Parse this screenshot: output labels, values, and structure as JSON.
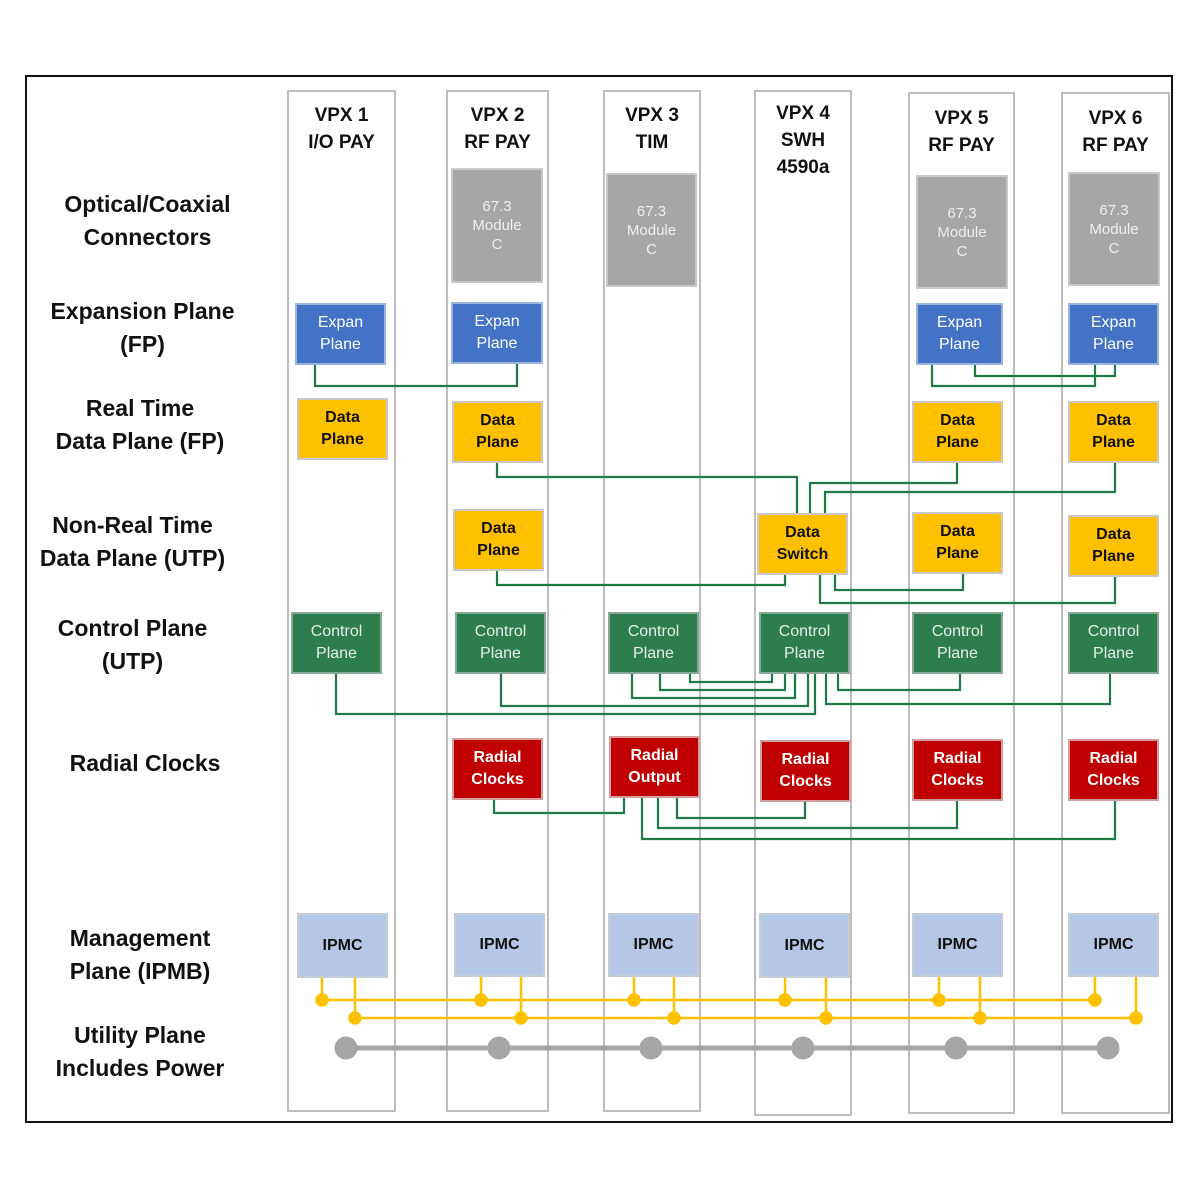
{
  "row_labels": {
    "optical": "Optical/Coaxial\nConnectors",
    "expansion": "Expansion Plane\n(FP)",
    "realtime": "Real Time\nData Plane (FP)",
    "nonrealtime": "Non-Real Time\nData Plane (UTP)",
    "control": "Control Plane\n(UTP)",
    "clocks": "Radial Clocks",
    "management": "Management\nPlane (IPMB)",
    "utility": "Utility Plane\nIncludes Power"
  },
  "slots": [
    {
      "title": "VPX 1\nI/O PAY"
    },
    {
      "title": "VPX 2\nRF PAY"
    },
    {
      "title": "VPX 3\nTIM"
    },
    {
      "title": "VPX 4\nSWH\n4590a"
    },
    {
      "title": "VPX 5\nRF PAY"
    },
    {
      "title": "VPX 6\nRF PAY"
    }
  ],
  "modules": {
    "optical": "67.3\nModule\nC",
    "expansion": "Expan\nPlane",
    "data": "Data\nPlane",
    "switch": "Data\nSwitch",
    "control": "Control\nPlane",
    "clocks": "Radial\nClocks",
    "output": "Radial\nOutput",
    "ipmc": "IPMC"
  },
  "colors": {
    "optical": "#a6a6a6",
    "expansion": "#4472c4",
    "data": "#ffc000",
    "control": "#2e7d4f",
    "clocks": "#c00000",
    "ipmc": "#b4c7e7",
    "wire": "#1f7a45",
    "ipmb_bus": "#ffc000",
    "power_bus": "#a6a6a6"
  }
}
